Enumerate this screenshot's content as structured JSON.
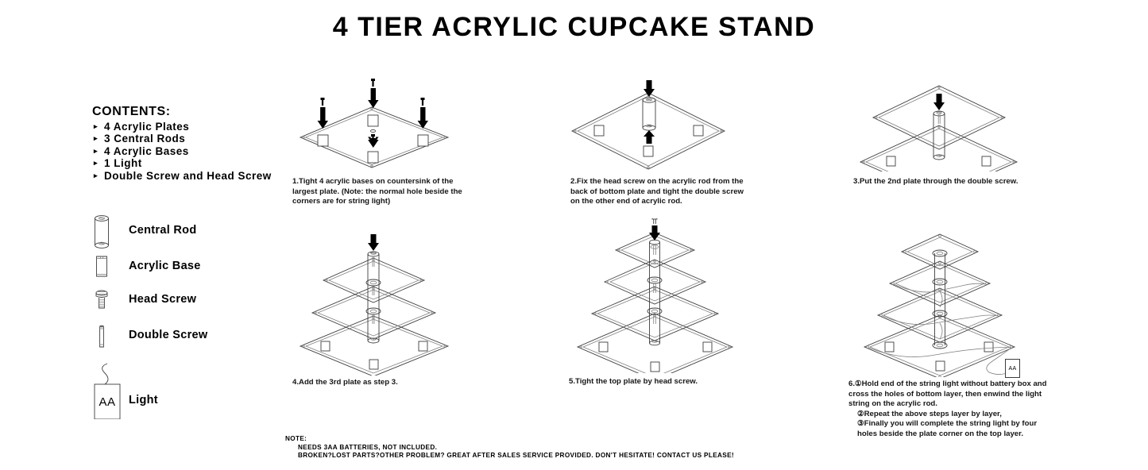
{
  "title": "4 TIER ACRYLIC CUPCAKE STAND",
  "contents": {
    "heading": "CONTENTS:",
    "bullet": "▸",
    "items": [
      "4 Acrylic Plates",
      "3 Central Rods",
      "4 Acrylic Bases",
      "1 Light",
      "Double Screw and Head Screw"
    ]
  },
  "legend": [
    {
      "icon": "central-rod-icon",
      "label": "Central Rod"
    },
    {
      "icon": "acrylic-base-icon",
      "label": "Acrylic Base"
    },
    {
      "icon": "head-screw-icon",
      "label": "Head Screw"
    },
    {
      "icon": "double-screw-icon",
      "label": "Double Screw"
    },
    {
      "icon": "light-icon",
      "label": "Light",
      "battery_label": "AA"
    }
  ],
  "steps": [
    {
      "number": "1.",
      "text": "Tight 4 acrylic bases on countersink of the largest plate. (Note: the normal hole beside the corners are for string light)"
    },
    {
      "number": "2.",
      "text": "Fix the head screw on the acrylic rod from the back of bottom plate and tight the double screw on the other end of acrylic rod."
    },
    {
      "number": "3.",
      "text": "Put the 2nd plate through the double screw."
    },
    {
      "number": "4.",
      "text": "Add the 3rd plate as step 3."
    },
    {
      "number": "5.",
      "text": "Tight the top plate by head screw."
    },
    {
      "number": "6.",
      "text": "①Hold end of the string light without battery box and cross the holes of bottom layer, then enwind the light string on the acrylic rod.",
      "text2": "②Repeat the above steps layer by layer,",
      "text3": "③Finally you will complete the string light by four holes beside the plate corner on the top layer.",
      "battery_label": "AA"
    }
  ],
  "note": {
    "heading": "NOTE:",
    "line1": "NEEDS 3AA BATTERIES, NOT INCLUDED.",
    "line2": "BROKEN?LOST PARTS?OTHER PROBLEM? GREAT AFTER SALES SERVICE PROVIDED. DON'T HESITATE! CONTACT US PLEASE!"
  },
  "colors": {
    "background": "#ffffff",
    "ink": "#000000",
    "line": "#3d3d3d",
    "line_light": "#808080"
  }
}
